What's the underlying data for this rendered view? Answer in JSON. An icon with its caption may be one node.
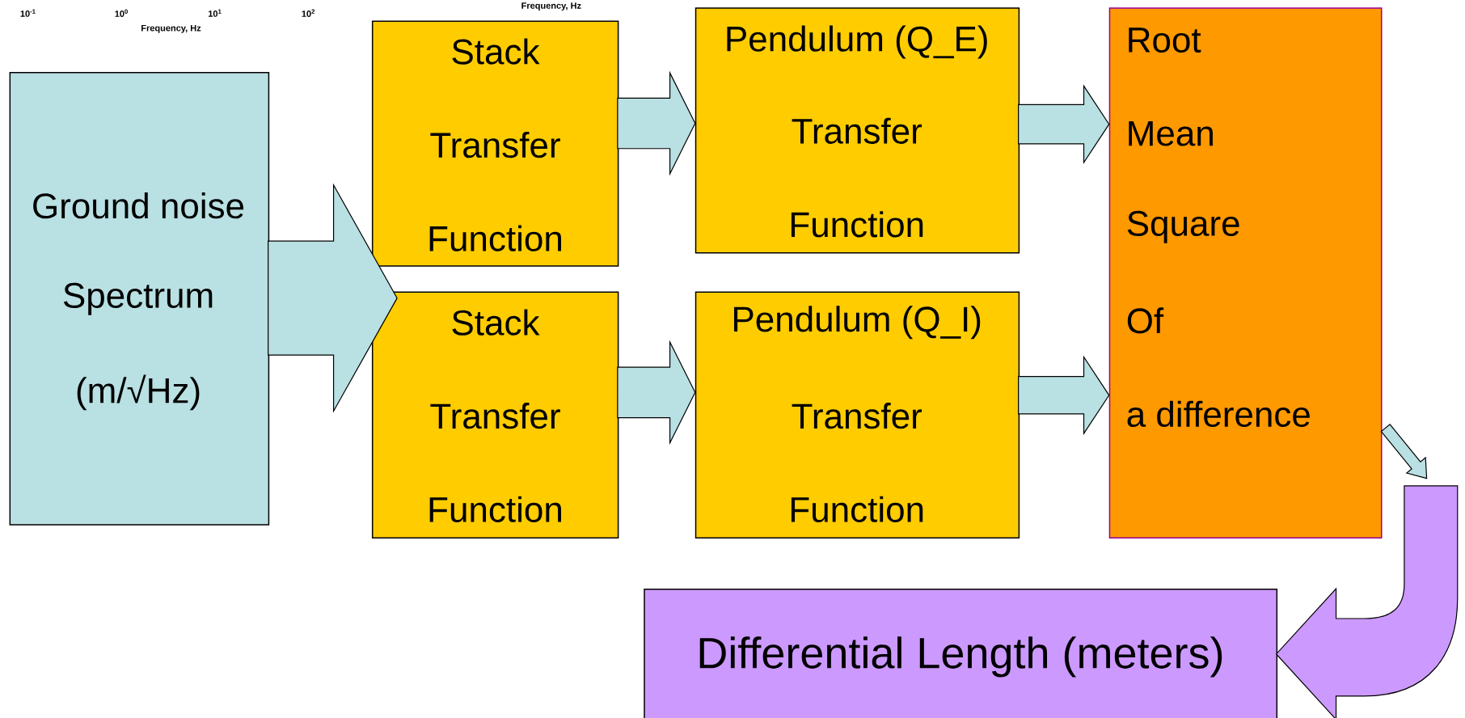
{
  "diagram": {
    "nodes": [
      {
        "text": [
          "Ground noise",
          "Spectrum",
          "(m/√Hz)"
        ]
      },
      {
        "text": [
          "Stack",
          "Transfer",
          "Function"
        ]
      },
      {
        "text": [
          "Pendulum (Q_E)",
          "Transfer",
          "Function"
        ]
      },
      {
        "text": [
          "Root",
          "Mean",
          "Square",
          "Of",
          "a difference"
        ]
      },
      {
        "text": [
          "Stack",
          "Transfer",
          "Function"
        ]
      },
      {
        "text": [
          "Pendulum (Q_I)",
          "Transfer",
          "Function"
        ]
      },
      {
        "text": [
          "Differential Length (meters)"
        ]
      }
    ],
    "edges": [
      {
        "from": 0,
        "to": 1,
        "arrow": "to"
      },
      {
        "from": 0,
        "to": 4,
        "arrow": "to"
      },
      {
        "from": 1,
        "to": 2,
        "arrow": "to"
      },
      {
        "from": 2,
        "to": 3,
        "arrow": "to"
      },
      {
        "from": 4,
        "to": 5,
        "arrow": "to"
      },
      {
        "from": 5,
        "to": 3,
        "arrow": "to"
      },
      {
        "from": 3,
        "to": null,
        "arrow": "to"
      },
      {
        "from": null,
        "to": 6,
        "arrow": "to",
        "color": "#cc99ff"
      }
    ],
    "labels": [
      "10$^{-1}$",
      "10$^{0}$",
      "10$^{1}$",
      "10$^{2}$",
      "Frequency, Hz",
      "Frequency, Hz"
    ]
  }
}
